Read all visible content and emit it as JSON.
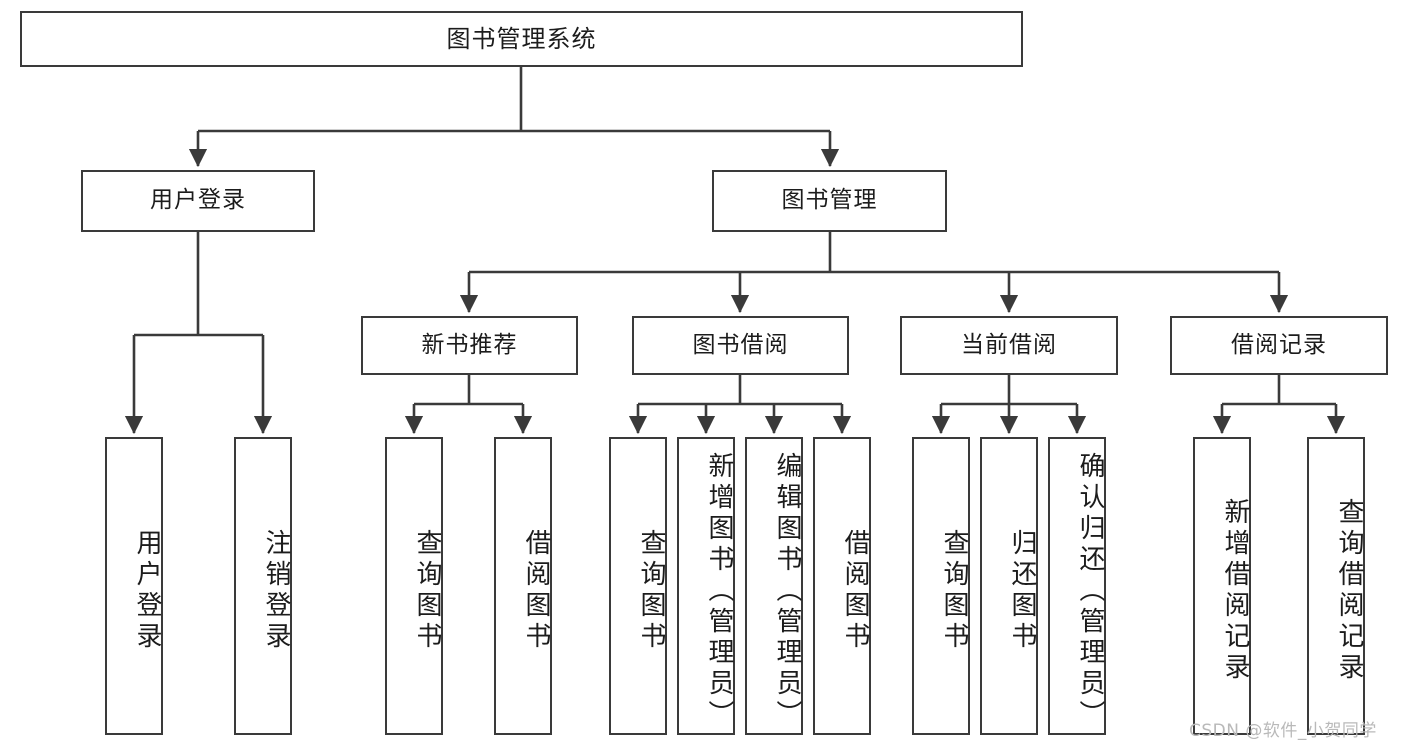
{
  "diagram": {
    "type": "tree-hierarchy",
    "title": "图书管理系统",
    "orientation": "top-down",
    "style": {
      "box_border_color": "#3a3a3a",
      "box_fill_color": "#ffffff",
      "connector_color": "#3a3a3a",
      "background_color": "#ffffff",
      "text_color": "#1c1c1c"
    },
    "root": {
      "id": "root",
      "label": "图书管理系统"
    },
    "level1": [
      {
        "id": "user-login",
        "label": "用户登录"
      },
      {
        "id": "book-manage",
        "label": "图书管理"
      }
    ],
    "level2": [
      {
        "id": "new-book-rec",
        "label": "新书推荐",
        "parent": "book-manage"
      },
      {
        "id": "book-borrow",
        "label": "图书借阅",
        "parent": "book-manage"
      },
      {
        "id": "current-borrow",
        "label": "当前借阅",
        "parent": "book-manage"
      },
      {
        "id": "borrow-record",
        "label": "借阅记录",
        "parent": "book-manage"
      }
    ],
    "leaves": {
      "user-login": [
        {
          "id": "leaf-user-login",
          "label": "用户登录"
        },
        {
          "id": "leaf-logout",
          "label": "注销登录"
        }
      ],
      "new-book-rec": [
        {
          "id": "leaf-query-book-1",
          "label": "查询图书"
        },
        {
          "id": "leaf-borrow-book-1",
          "label": "借阅图书"
        }
      ],
      "book-borrow": [
        {
          "id": "leaf-query-book-2",
          "label": "查询图书"
        },
        {
          "id": "leaf-add-book",
          "label": "新增图书（管理员）"
        },
        {
          "id": "leaf-edit-book",
          "label": "编辑图书（管理员）"
        },
        {
          "id": "leaf-borrow-book-2",
          "label": "借阅图书"
        }
      ],
      "current-borrow": [
        {
          "id": "leaf-query-book-3",
          "label": "查询图书"
        },
        {
          "id": "leaf-return-book",
          "label": "归还图书"
        },
        {
          "id": "leaf-confirm-return",
          "label": "确认归还（管理员）"
        }
      ],
      "borrow-record": [
        {
          "id": "leaf-add-record",
          "label": "新增借阅记录"
        },
        {
          "id": "leaf-query-record",
          "label": "查询借阅记录"
        }
      ]
    }
  },
  "watermark": {
    "text": "CSDN @软件_小贺同学"
  }
}
